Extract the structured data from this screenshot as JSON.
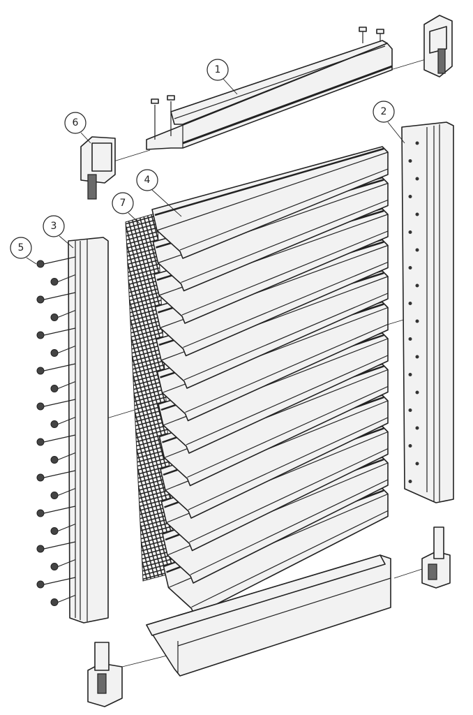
{
  "diagram": {
    "callouts": [
      {
        "label": "1"
      },
      {
        "label": "2"
      },
      {
        "label": "3"
      },
      {
        "label": "4"
      },
      {
        "label": "5"
      },
      {
        "label": "6"
      },
      {
        "label": "7"
      }
    ],
    "louver_count": 12,
    "screw_count": 20
  }
}
